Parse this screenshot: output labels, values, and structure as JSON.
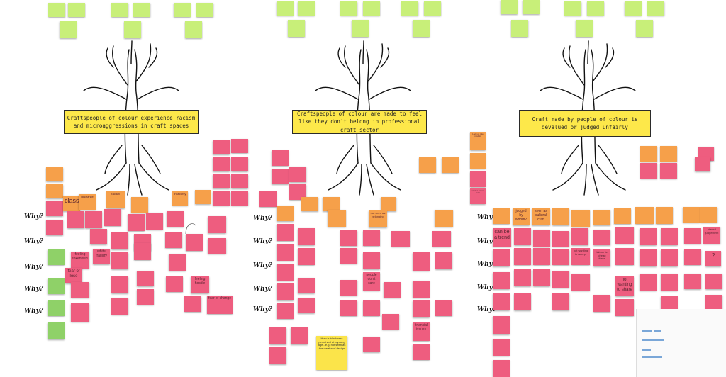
{
  "board": {
    "columns": [
      {
        "banner": "Craftspeople of colour experience racism and microaggressions in craft spaces",
        "notes": {
          "class": "class",
          "ignorance": "ignorance",
          "racism": "racism",
          "white_fragility": "white fragility",
          "feeling_tokenised": "feeling tokenised",
          "fear_of_lose": "fear of lose",
          "insecurity": "insecurity",
          "fear_of_change": "fear of change",
          "feeling_hostile": "feeling hostile"
        }
      },
      {
        "banner": "Craftspeople of colour are made to feel like they don't belong in professional craft sector",
        "notes": {
          "lack_role_models": "Lack of role models",
          "people_dont_care": "people don't care",
          "not_seen_as": "not seen as belonging",
          "blackness_q": "How is blackness perceived at a young age - e.g. not seen as the creator of design",
          "financial_issues": "financial issues",
          "stories_arent_told": "stories aren't told"
        }
      },
      {
        "banner": "Craft made by people of colour is devalued or judged unfairly",
        "notes": {
          "can_be_a_trend": "can be a trend",
          "judged_by_whom": "judged by whom?",
          "seen_as_cultural_craft": "seen as cultural craft",
          "not_wanting_to_share": "not wanting to share",
          "not_wanting_to_accept": "not wanting to accept",
          "biased_judgement": "biased judgement",
          "question": "?",
          "labour_cheap": "labour is cheap there"
        }
      }
    ],
    "why_label": "Why?",
    "colors": {
      "pink": "#ee5d7f",
      "orange": "#f6a04a",
      "green": "#8fd168",
      "lime": "#c8ef79",
      "yellow": "#fbe44a"
    }
  }
}
